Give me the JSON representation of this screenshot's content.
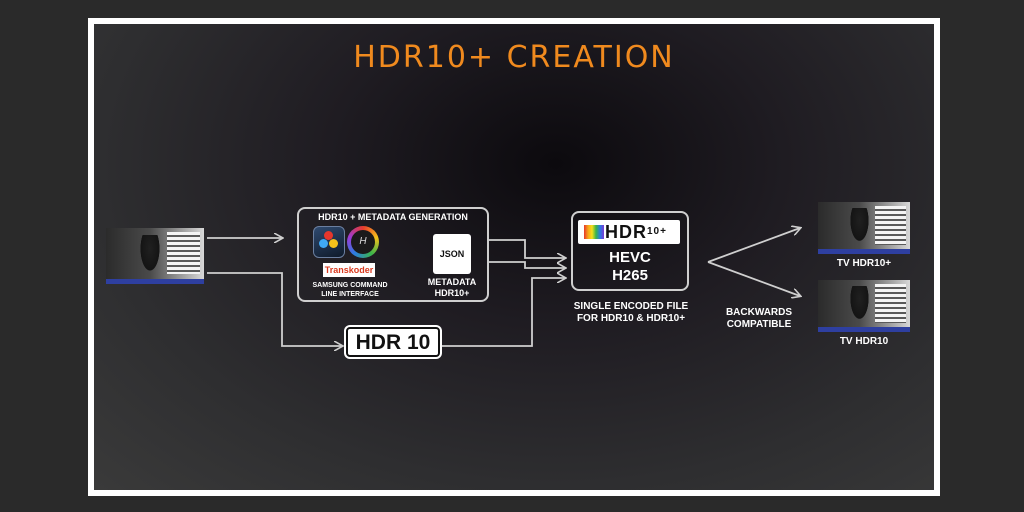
{
  "title": "HDR10+ CREATION",
  "colors": {
    "title": "#f08a1e",
    "background": "#2a2a2a",
    "frame": "#ffffff",
    "lines": "#cfcfcf"
  },
  "metadata_box": {
    "heading": "HDR10 + METADATA GENERATION",
    "transkoder": "Transkoder",
    "samsung_line1": "SAMSUNG COMMAND",
    "samsung_line2": "LINE INTERFACE",
    "json": "JSON",
    "metadata_line1": "METADATA",
    "metadata_line2": "HDR10+"
  },
  "hdr10_badge": "HDR 10",
  "encoder": {
    "logo_text": "HDR",
    "logo_suffix": "10+",
    "line1": "HEVC",
    "line2": "H265",
    "caption_line1": "SINGLE ENCODED FILE",
    "caption_line2": "FOR HDR10 & HDR10+"
  },
  "backwards": {
    "line1": "BACKWARDS",
    "line2": "COMPATIBLE"
  },
  "outputs": {
    "tv1": "TV HDR10+",
    "tv2": "TV HDR10"
  },
  "icons": [
    "davinci-resolve-icon",
    "hdr-app-icon",
    "transkoder-logo",
    "json-file-icon",
    "hdr10-plus-logo",
    "video-frame-thumbnail"
  ]
}
